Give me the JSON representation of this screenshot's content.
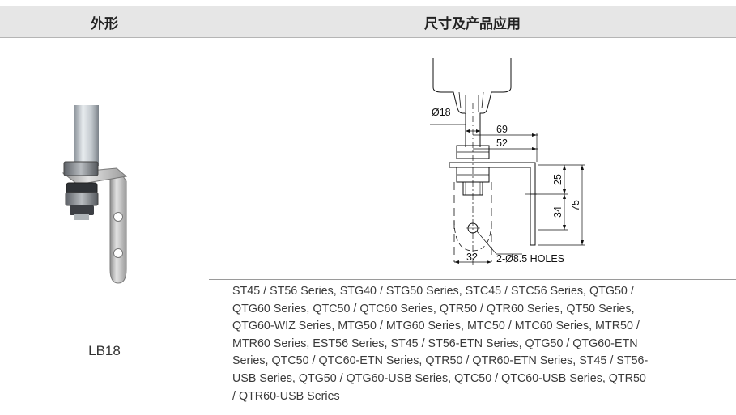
{
  "table": {
    "header_appearance": "外形",
    "header_dimensions": "尺寸及产品应用"
  },
  "product": {
    "model": "LB18",
    "icon": "mounting-bracket-photo"
  },
  "drawing": {
    "dia_label": "Ø18",
    "dim_69": "69",
    "dim_52": "52",
    "dim_25": "25",
    "dim_34": "34",
    "dim_75": "75",
    "dim_32": "32",
    "holes_label": "2-Ø8.5 HOLES"
  },
  "applications": {
    "lines": [
      "ST45 / ST56 Series, STG40 / STG50 Series, STC45 / STC56 Series, QTG50 /",
      "QTG60 Series, QTC50 / QTC60 Series, QTR50 / QTR60 Series, QT50 Series,",
      "QTG60-WIZ Series, MTG50 / MTG60 Series, MTC50 / MTC60 Series, MTR50 /",
      "MTR60 Series, EST56 Series,  ST45 / ST56-ETN Series, QTG50 / QTG60-ETN",
      "Series, QTC50 / QTC60-ETN Series, QTR50 / QTR60-ETN Series, ST45 / ST56-",
      "USB Series, QTG50 / QTG60-USB Series, QTC50 / QTC60-USB Series, QTR50",
      "/ QTR60-USB Series"
    ]
  }
}
